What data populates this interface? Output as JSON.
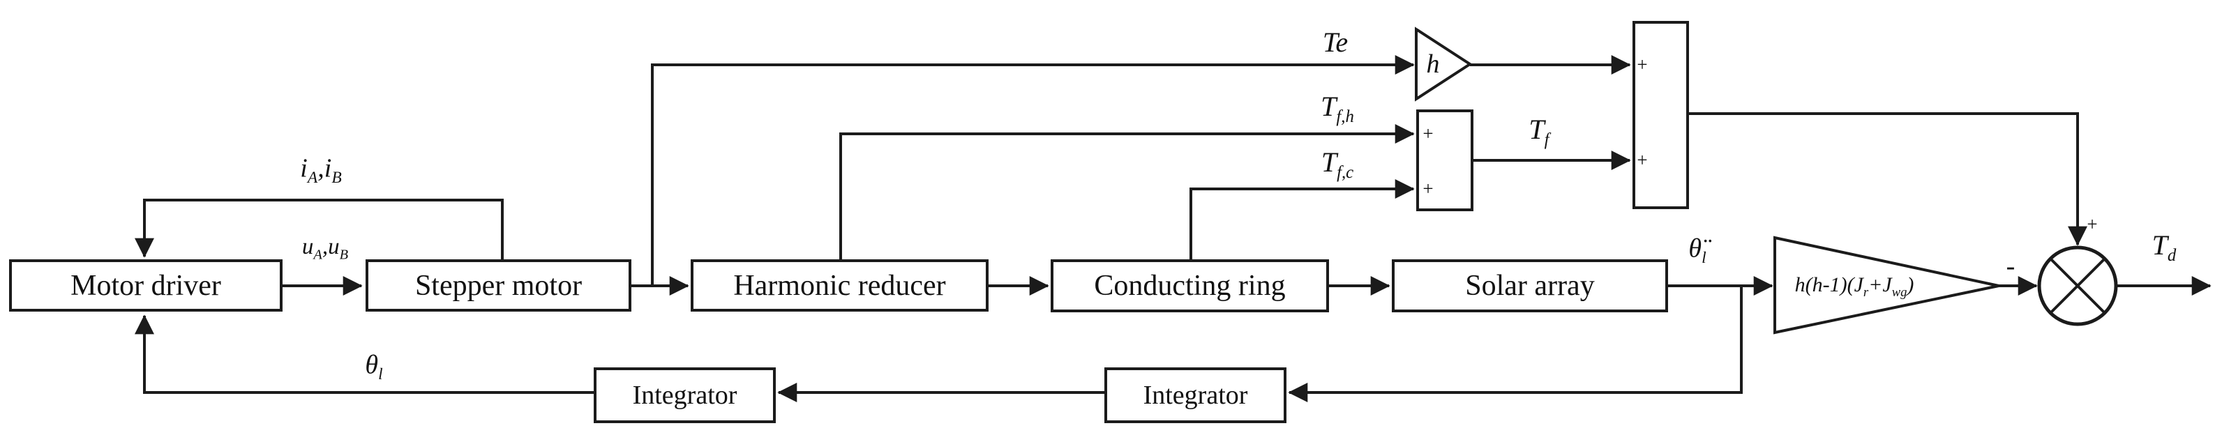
{
  "diagram": {
    "background": "#ffffff",
    "line_color": "#1b1b1b",
    "blocks": {
      "motor_driver": {
        "label": "Motor driver"
      },
      "stepper_motor": {
        "label": "Stepper motor"
      },
      "harmonic_reducer": {
        "label": "Harmonic reducer"
      },
      "conducting_ring": {
        "label": "Conducting ring"
      },
      "solar_array": {
        "label": "Solar array"
      },
      "integrator_1": {
        "label": "Integrator"
      },
      "integrator_2": {
        "label": "Integrator"
      },
      "gain_h": {
        "label": "h"
      },
      "gain_inertia": {
        "p0": "h(h-1)(J",
        "sub0": "r",
        "p1": "+J",
        "sub1": "wg",
        "p2": ")"
      }
    },
    "signals": {
      "i_ab": {
        "p0": "i",
        "sub0": "A",
        "p1": ",i",
        "sub1": "B"
      },
      "u_ab": {
        "p0": "u",
        "sub0": "A",
        "p1": ",u",
        "sub1": "B"
      },
      "te": {
        "p0": "Te"
      },
      "tfh": {
        "p0": "T",
        "sub0": "f,h"
      },
      "tfc": {
        "p0": "T",
        "sub0": "f,c"
      },
      "tf": {
        "p0": "T",
        "sub0": "f"
      },
      "td": {
        "p0": "T",
        "sub0": "d"
      },
      "theta_ddot_l": {
        "p0": "θ̈",
        "sub0": "l"
      },
      "theta_l": {
        "p0": "θ",
        "sub0": "l"
      }
    },
    "operators": {
      "sum1_plus_top": "+",
      "sum1_plus_bottom": "+",
      "sum2_plus_top": "+",
      "sum2_plus_mid": "+",
      "junction_plus": "+",
      "junction_minus": "-"
    }
  }
}
